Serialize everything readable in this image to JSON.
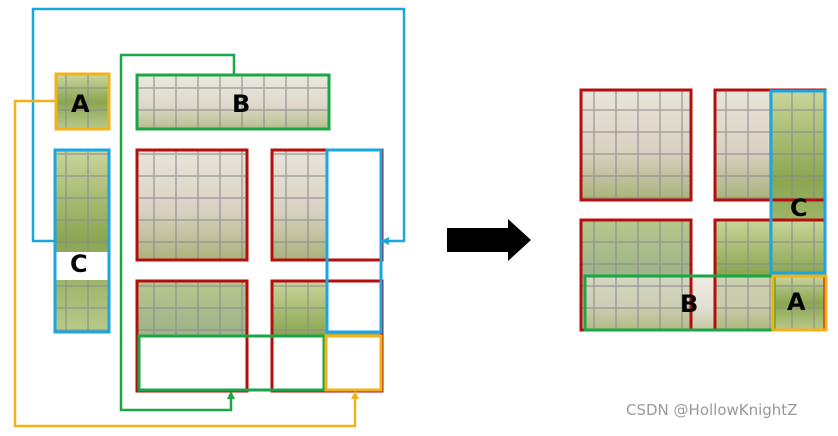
{
  "labels": {
    "a_before": "A",
    "b_before": "B",
    "c_before": "C",
    "a_after": "A",
    "b_after": "B",
    "c_after": "C"
  },
  "watermark": "CSDN @HollowKnightZ",
  "colors": {
    "window_border": "#b40f0f",
    "region_a": "#f4b21a",
    "region_b": "#1ba545",
    "region_c": "#1aa6e0",
    "arrow": "#000000",
    "wall": "#e8e2d6",
    "foliage": "#7f9a46",
    "window_grid": "#8a8a8a"
  }
}
